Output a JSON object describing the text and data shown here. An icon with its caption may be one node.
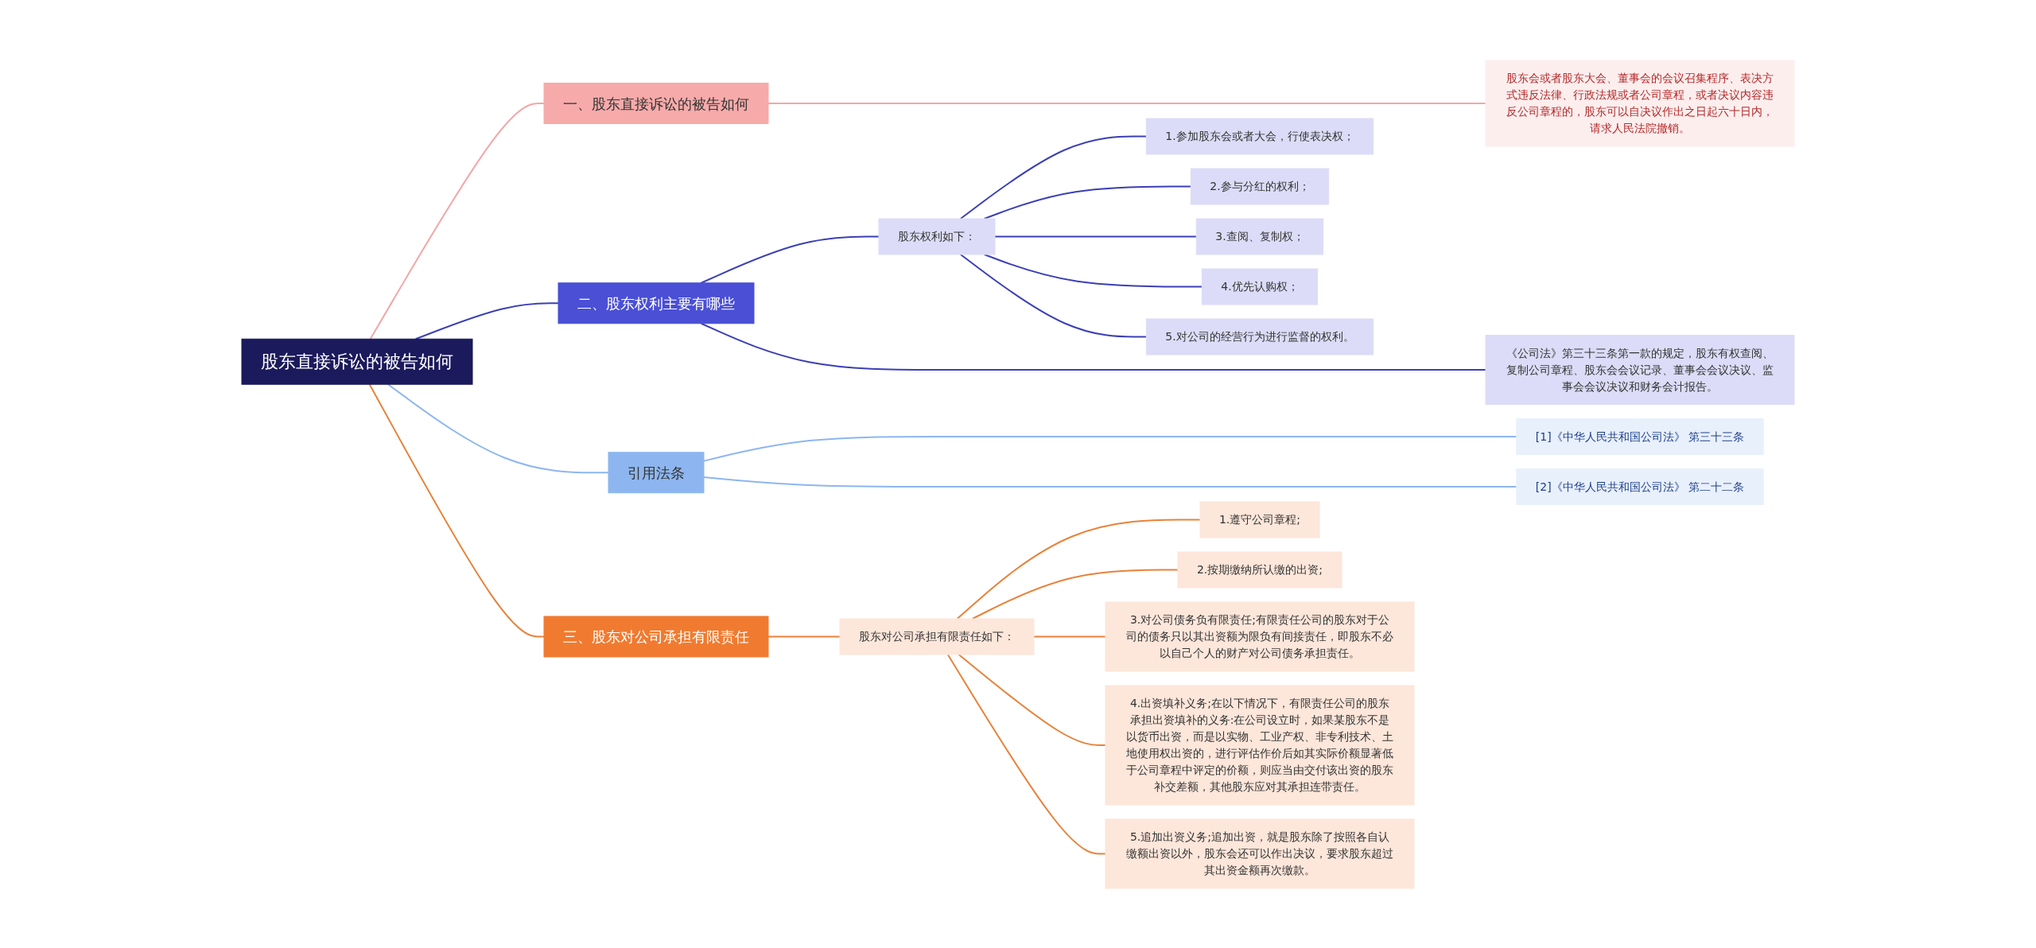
{
  "diagram": {
    "nodes": [
      {
        "text": [
          "股东直接诉讼的被告如何"
        ]
      },
      {
        "text": [
          "一、股东直接诉讼的被告如何"
        ]
      },
      {
        "text": [
          "股东会或者股东大会、董事会的会议召集程序、表决方式违反法律、行政法规或者公司章程，或者决议内容违反公司章程的，股东可以自决议作出之日起六十日内，请求人民法院撤销。"
        ]
      },
      {
        "text": [
          "二、股东权利主要有哪些"
        ]
      },
      {
        "text": [
          "股东权利如下："
        ]
      },
      {
        "text": [
          "1.参加股东会或者大会，行使表决权；"
        ]
      },
      {
        "text": [
          "2.参与分红的权利；"
        ]
      },
      {
        "text": [
          "3.查阅、复制权；"
        ]
      },
      {
        "text": [
          "4.优先认购权；"
        ]
      },
      {
        "text": [
          "5.对公司的经营行为进行监督的权利。"
        ]
      },
      {
        "text": [
          "《公司法》第三十三条第一款的规定，股东有权查阅、复制公司章程、股东会会议记录、董事会会议决议、监事会会议决议和财务会计报告。"
        ]
      },
      {
        "text": [
          "引用法条"
        ]
      },
      {
        "text": [
          "[1]《中华人民共和国公司法》 第三十三条"
        ]
      },
      {
        "text": [
          "[2]《中华人民共和国公司法》 第二十二条"
        ]
      },
      {
        "text": [
          "三、股东对公司承担有限责任"
        ]
      },
      {
        "text": [
          "股东对公司承担有限责任如下："
        ]
      },
      {
        "text": [
          "1.遵守公司章程;"
        ]
      },
      {
        "text": [
          "2.按期缴纳所认缴的出资;"
        ]
      },
      {
        "text": [
          "3.对公司债务负有限责任;有限责任公司的股东对于公司的债务只以其出资额为限负有间接责任，即股东不必以自己个人的财产对公司债务承担责任。"
        ]
      },
      {
        "text": [
          "4.出资填补义务;在以下情况下，有限责任公司的股东承担出资填补的义务:在公司设立时，如果某股东不是以货币出资，而是以实物、工业产权、非专利技术、土地使用权出资的，进行评估作价后如其实际价额显著低于公司章程中评定的价额，则应当由交付该出资的股东补交差额，其他股东应对其承担连带责任。"
        ]
      },
      {
        "text": [
          "5.追加出资义务;追加出资，就是股东除了按照各自认缴额出资以外，股东会还可以作出决议，要求股东超过其出资金额再次缴款。"
        ]
      }
    ],
    "edges": [
      {
        "from": 0,
        "to": 1,
        "arrow": "none",
        "color": "#f2a7a7"
      },
      {
        "from": 1,
        "to": 2,
        "arrow": "none",
        "color": "#f2a7a7"
      },
      {
        "from": 0,
        "to": 3,
        "arrow": "none"
      },
      {
        "from": 3,
        "to": 4,
        "arrow": "none"
      },
      {
        "from": 4,
        "to": 5,
        "arrow": "none"
      },
      {
        "from": 4,
        "to": 6,
        "arrow": "none"
      },
      {
        "from": 4,
        "to": 7,
        "arrow": "none"
      },
      {
        "from": 4,
        "to": 8,
        "arrow": "none"
      },
      {
        "from": 4,
        "to": 9,
        "arrow": "none"
      },
      {
        "from": 3,
        "to": 10,
        "arrow": "none"
      },
      {
        "from": 0,
        "to": 11,
        "arrow": "none",
        "color": "#8db6f0"
      },
      {
        "from": 11,
        "to": 12,
        "arrow": "none",
        "color": "#8db6f0"
      },
      {
        "from": 11,
        "to": 13,
        "arrow": "none",
        "color": "#8db6f0"
      },
      {
        "from": 0,
        "to": 14,
        "arrow": "none",
        "color": "#e8823a"
      },
      {
        "from": 14,
        "to": 15,
        "arrow": "none",
        "color": "#e8823a"
      },
      {
        "from": 15,
        "to": 16,
        "arrow": "none",
        "color": "#e8823a"
      },
      {
        "from": 15,
        "to": 17,
        "arrow": "none",
        "color": "#e8823a"
      },
      {
        "from": 15,
        "to": 18,
        "arrow": "none",
        "color": "#e8823a"
      },
      {
        "from": 15,
        "to": 19,
        "arrow": "none",
        "color": "#e8823a"
      },
      {
        "from": 15,
        "to": 20,
        "arrow": "none",
        "color": "#e8823a"
      }
    ]
  }
}
